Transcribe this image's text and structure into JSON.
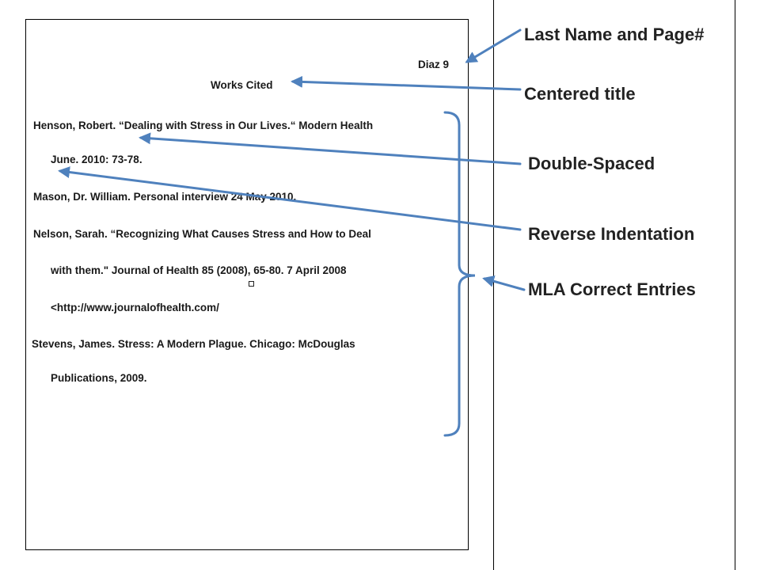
{
  "document": {
    "header": "Diaz 9",
    "title": "Works Cited",
    "entries": [
      {
        "first_line": "Henson, Robert. “Dealing with  Stress in Our Lives.“    Modern Health",
        "continuation": [
          "June. 2010: 73-78."
        ]
      },
      {
        "first_line": "Mason, Dr. William.  Personal interview  24 May 2010.",
        "continuation": []
      },
      {
        "first_line": "Nelson, Sarah.  “Recognizing What Causes  Stress and How to Deal",
        "continuation": [
          "with them.\" Journal of Health 85 (2008), 65-80. 7 April 2008",
          "<http://www.journalofhealth.com/"
        ]
      },
      {
        "first_line": "Stevens, James.  Stress: A Modern Plague. Chicago: McDouglas",
        "continuation": [
          "Publications, 2009."
        ]
      }
    ]
  },
  "annotations": {
    "last_name_page": "Last Name and Page#",
    "centered_title": "Centered title",
    "double_spaced": "Double-Spaced",
    "reverse_indentation": "Reverse Indentation",
    "mla_entries": "MLA Correct Entries"
  },
  "colors": {
    "arrow": "#4f81bd",
    "text": "#222222"
  }
}
